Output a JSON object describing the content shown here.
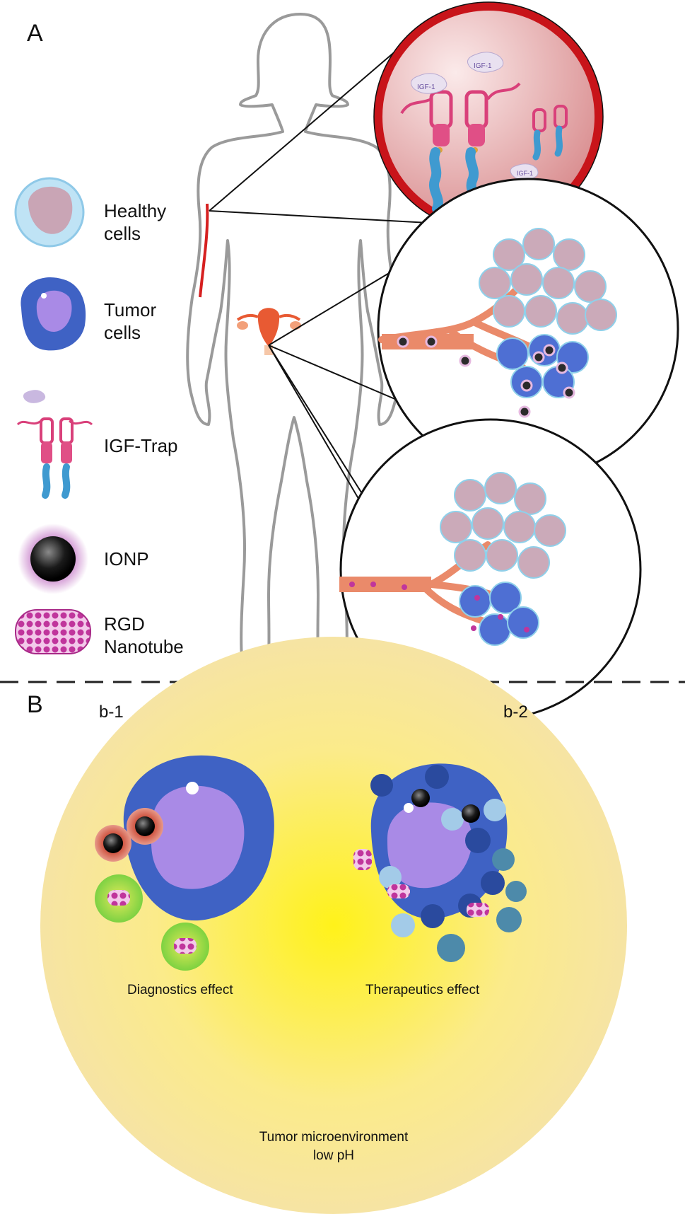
{
  "panel_a": {
    "label": "A",
    "legend": [
      {
        "line1": "Healthy",
        "line2": "cells",
        "icon": "healthy-cell-icon"
      },
      {
        "line1": "Tumor",
        "line2": "cells",
        "icon": "tumor-cell-icon"
      },
      {
        "line1": "IGF-Trap",
        "line2": "",
        "icon": "igf-trap-icon"
      },
      {
        "line1": "IONP",
        "line2": "",
        "icon": "ionp-icon"
      },
      {
        "line1": "RGD",
        "line2": "Nanotube",
        "icon": "rgd-nanotube-icon"
      }
    ],
    "molecule_tag": "IGF-1"
  },
  "panel_b": {
    "label": "B",
    "left_sub": "b-1",
    "right_sub": "b-2",
    "left_caption": "Diagnostics effect",
    "right_caption": "Therapeutics effect",
    "env_line1": "Tumor microenvironment",
    "env_line2": "low pH"
  },
  "colors": {
    "zoom_healthy_border": "#c8141a",
    "healthy_cell": "#c9a5b5",
    "tumor_cell": "#3f62c4",
    "nucleus": "#a98ae6",
    "vessel": "#ea8a6a",
    "igf_trap_pink": "#d9407a",
    "igf_trap_blue": "#3f9ad0",
    "nanotube": "#c0359c",
    "microenvironment_center": "#fff21a",
    "microenvironment_edge": "#f7e4a4",
    "ionp_glow": "#d2573d",
    "diagnostic_glow": "#7ed43a"
  }
}
